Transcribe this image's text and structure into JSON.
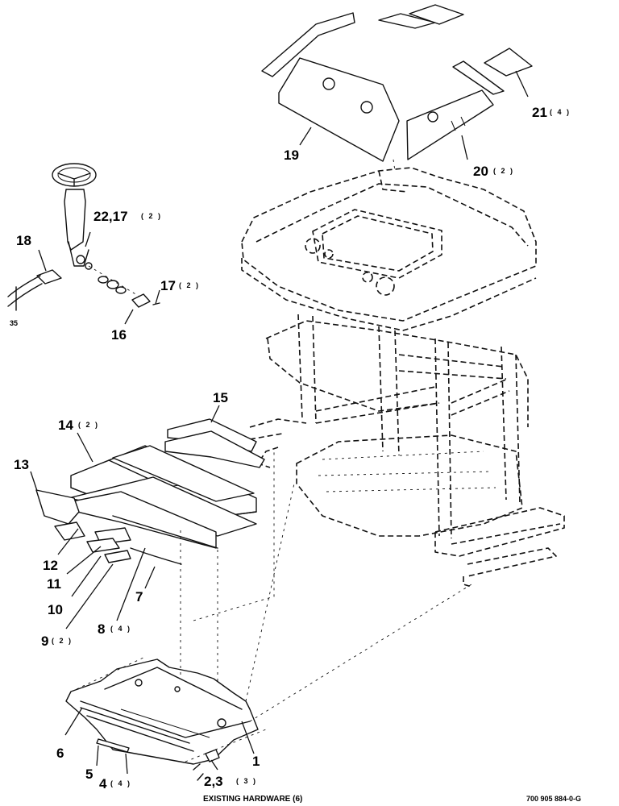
{
  "callouts": [
    {
      "num": "1",
      "qty": ""
    },
    {
      "num": "2,3",
      "qty": "( 3 )"
    },
    {
      "num": "4",
      "qty": "( 4 )"
    },
    {
      "num": "5",
      "qty": ""
    },
    {
      "num": "6",
      "qty": ""
    },
    {
      "num": "7",
      "qty": ""
    },
    {
      "num": "8",
      "qty": "( 4 )"
    },
    {
      "num": "9",
      "qty": "( 2 )"
    },
    {
      "num": "10",
      "qty": ""
    },
    {
      "num": "11",
      "qty": ""
    },
    {
      "num": "12",
      "qty": ""
    },
    {
      "num": "13",
      "qty": ""
    },
    {
      "num": "14",
      "qty": "( 2 )"
    },
    {
      "num": "15",
      "qty": ""
    },
    {
      "num": "16",
      "qty": ""
    },
    {
      "num": "17",
      "qty": "( 2 )"
    },
    {
      "num": "18",
      "qty": ""
    },
    {
      "num": "19",
      "qty": ""
    },
    {
      "num": "20",
      "qty": "( 2 )"
    },
    {
      "num": "21",
      "qty": "( 4 )"
    },
    {
      "num": "22,17",
      "qty": "( 2 )"
    }
  ],
  "ref_mark": "35",
  "hardware_note": "EXISTING HARDWARE (6)",
  "drawing_number": "700 905 884-0-G"
}
